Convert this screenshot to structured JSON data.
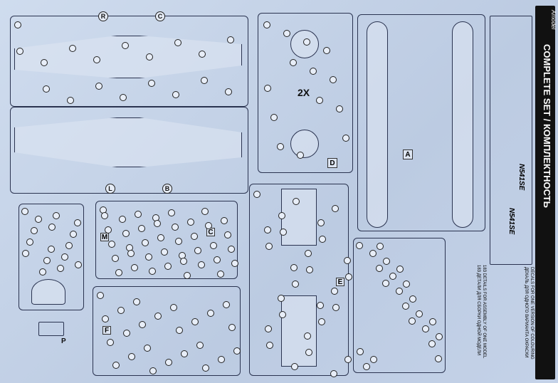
{
  "header": {
    "title": "COMPLETE SET / КОМПЛЕКТНОСТЬ",
    "brand": "Amodel"
  },
  "decals": {
    "registration_1": "N541SE",
    "registration_2": "N541SE",
    "note_en": "DECALS FOR ONE VERSION OF COLOURING",
    "note_ru": "ДЕКАЛЬ ДЛЯ ОДНОГО ВАРИАНТА ОКРАСКИ"
  },
  "details": {
    "note_en": "183 DETAILS FOR ASSEMBLY OF ONE MODEL",
    "note_ru": "183 ДЕТАЛИ ДЛЯ СБОРКИ ОДНОЙ МОДЕЛИ"
  },
  "sprues": {
    "r": "R",
    "c": "C",
    "l": "L",
    "b": "B",
    "x2": "2X",
    "d": "D",
    "a": "A",
    "m": "M",
    "c2": "C",
    "f": "F",
    "e": "E",
    "p": "P"
  }
}
